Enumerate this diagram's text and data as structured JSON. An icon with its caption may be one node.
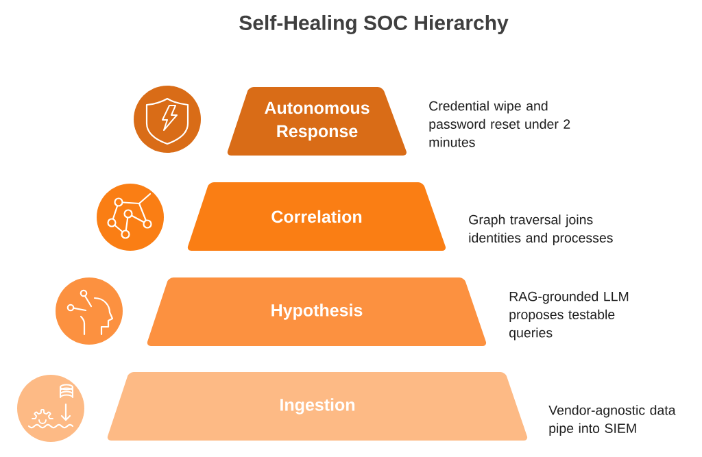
{
  "diagram": {
    "title": "Self-Healing SOC Hierarchy",
    "nodes": [
      {
        "text": [
          "Autonomous Response"
        ],
        "beside": [
          "Credential wipe and password reset under 2 minutes"
        ]
      },
      {
        "text": [
          "Correlation"
        ],
        "beside": [
          "Graph traversal joins identities and processes"
        ]
      },
      {
        "text": [
          "Hypothesis"
        ],
        "beside": [
          "RAG-grounded LLM proposes testable queries"
        ]
      },
      {
        "text": [
          "Ingestion"
        ],
        "beside": [
          "Vendor-agnostic data pipe into SIEM"
        ]
      }
    ]
  }
}
